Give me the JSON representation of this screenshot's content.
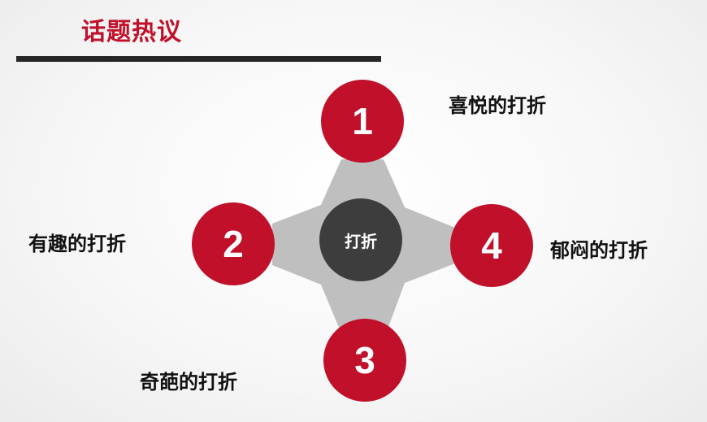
{
  "slide": {
    "title": "话题热议",
    "accent_color": "#c0102a",
    "rule_color": "#262626"
  },
  "diagram": {
    "center": {
      "label": "打折",
      "color": "#3d3d3d"
    },
    "connector_color": "#bfbfbf",
    "nodes": [
      {
        "number": "1",
        "label": "喜悦的打折",
        "color": "#c0102a"
      },
      {
        "number": "2",
        "label": "有趣的打折",
        "color": "#c0102a"
      },
      {
        "number": "3",
        "label": "奇葩的打折",
        "color": "#c0102a"
      },
      {
        "number": "4",
        "label": "郁闷的打折",
        "color": "#c0102a"
      }
    ]
  }
}
